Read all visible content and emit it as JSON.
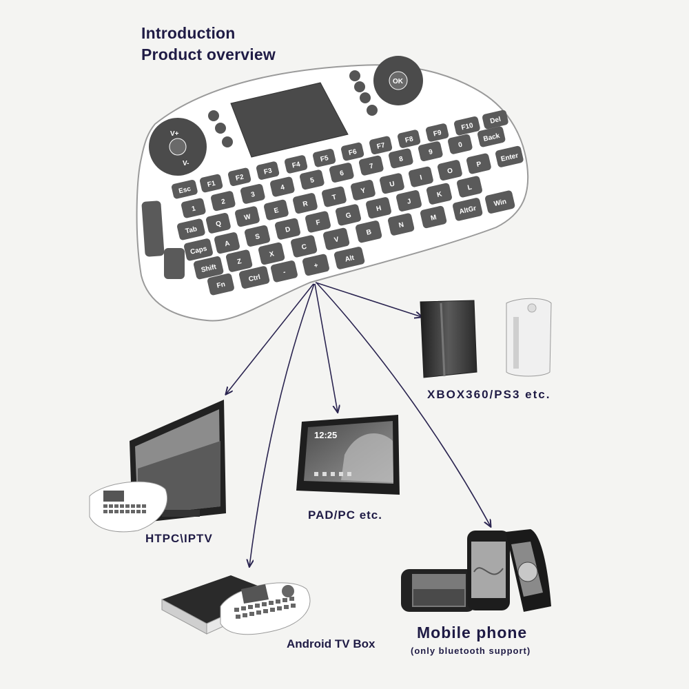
{
  "header": {
    "line1": "Introduction",
    "line2": "Product overview"
  },
  "keyboard": {
    "rows": [
      [
        "Esc",
        "F1",
        "F2",
        "F3",
        "F4",
        "F5",
        "F6",
        "F7",
        "F8",
        "F9",
        "F10",
        "Del"
      ],
      [
        "1",
        "2",
        "3",
        "4",
        "5",
        "6",
        "7",
        "8",
        "9",
        "0",
        "Back"
      ],
      [
        "Tab",
        "Q",
        "W",
        "E",
        "R",
        "T",
        "Y",
        "U",
        "I",
        "O",
        "P",
        "Enter"
      ],
      [
        "Caps",
        "A",
        "S",
        "D",
        "F",
        "G",
        "H",
        "J",
        "K",
        "L"
      ],
      [
        "Shift",
        "Z",
        "X",
        "C",
        "V",
        "B",
        "N",
        "M",
        "AltGr",
        "Win"
      ],
      [
        "Fn",
        "Ctrl",
        "-",
        "+",
        "Alt"
      ]
    ],
    "dpad_center": "OK",
    "media_labels": [
      "V+",
      "V-"
    ]
  },
  "devices": {
    "console": "XBOX360/PS3 etc.",
    "tablet": "PAD/PC etc.",
    "htpc": "HTPC\\IPTV",
    "tvbox": "Android TV Box",
    "mobile": "Mobile phone",
    "mobile_note": "(only bluetooth support)"
  },
  "tablet_screen": {
    "time": "12:25"
  },
  "colors": {
    "ink": "#1f1b45",
    "key": "#5a5a5a",
    "body": "#ffffff",
    "arrow": "#2a2450"
  }
}
